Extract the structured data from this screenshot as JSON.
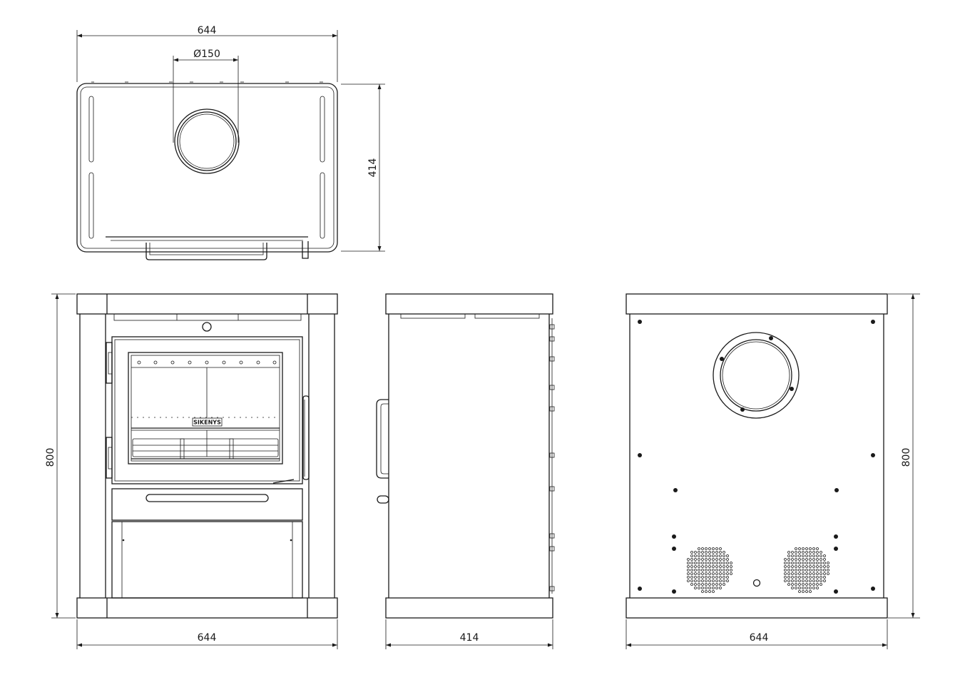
{
  "dimensions": {
    "top_width": "644",
    "top_flue_diameter": "Ø150",
    "top_depth": "414",
    "front_height": "800",
    "front_width": "644",
    "side_depth": "414",
    "rear_height": "800",
    "rear_width": "644"
  },
  "logo_text": "SIKENYS",
  "line_color": "#1a1a1a",
  "background_color": "#ffffff"
}
